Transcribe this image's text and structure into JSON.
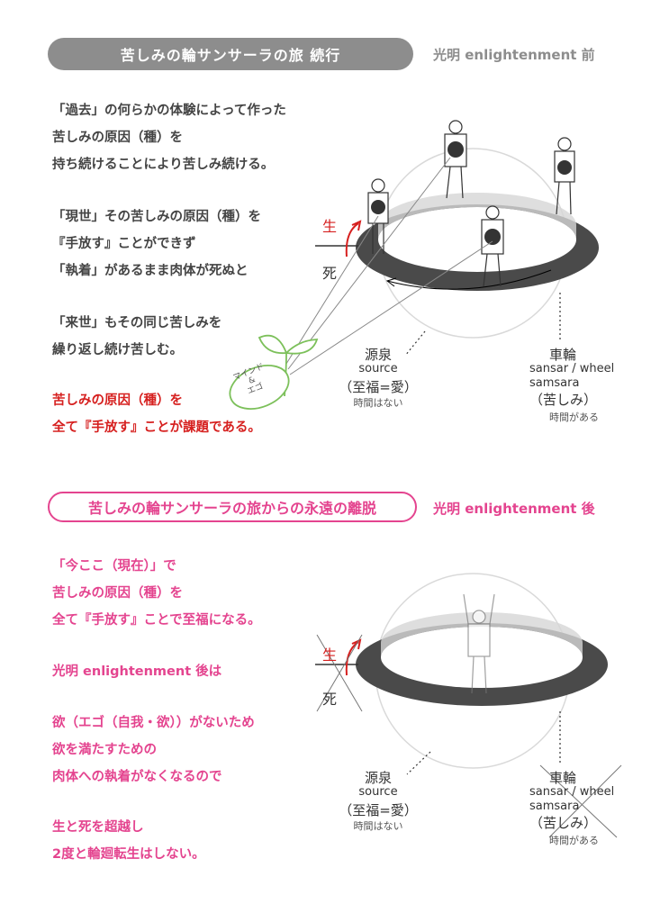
{
  "top": {
    "title": "苦しみの輪サンサーラの旅 続行",
    "tag": "光明 enlightenment 前",
    "para1": [
      "「過去」の何らかの体験によって作った",
      "苦しみの原因（種）を",
      "持ち続けることにより苦しみ続ける。"
    ],
    "para2": [
      "「現世」その苦しみの原因（種）を",
      "『手放す』ことができず",
      "「執着」があるまま肉体が死ぬと"
    ],
    "para3": [
      "「来世」もその同じ苦しみを",
      "繰り返し続け苦しむ。"
    ],
    "para4": [
      "苦しみの原因（種）を",
      "全て『手放す』ことが課題である。"
    ],
    "diagram": {
      "birth": "生",
      "death": "死",
      "sprout_label": [
        "マインド",
        "&",
        "エゴ"
      ],
      "source_jp": "源泉",
      "source_en": "source",
      "source_sub": "（至福=愛）",
      "source_note": "時間はない",
      "wheel_jp": "車輪",
      "wheel_en1": "sansar / wheel",
      "wheel_en2": "samsara",
      "wheel_sub": "（苦しみ）",
      "wheel_note": "時間がある"
    }
  },
  "bottom": {
    "title": "苦しみの輪サンサーラの旅からの永遠の離脱",
    "tag": "光明 enlightenment 後",
    "para1": [
      "「今ここ（現在）」で",
      "苦しみの原因（種）を",
      "全て『手放す』ことで至福になる。"
    ],
    "para2": [
      "光明 enlightenment 後は"
    ],
    "para3": [
      "欲（エゴ（自我・欲））がないため",
      "欲を満たすための",
      "肉体への執着がなくなるので"
    ],
    "para4": [
      "生と死を超越し",
      "2度と輪廻転生はしない。"
    ],
    "diagram": {
      "birth": "生",
      "death": "死",
      "source_jp": "源泉",
      "source_en": "source",
      "source_sub": "（至福=愛）",
      "source_note": "時間はない",
      "wheel_jp": "車輪",
      "wheel_en1": "sansar / wheel",
      "wheel_en2": "samsara",
      "wheel_sub": "（苦しみ）",
      "wheel_note": "時間がある"
    }
  },
  "colors": {
    "accent_pink": "#e4448f",
    "accent_red": "#d6201f",
    "header_gray": "#8d8d8d",
    "ring_dark": "#4a4a4a",
    "sprout_green": "#7cc05a"
  }
}
